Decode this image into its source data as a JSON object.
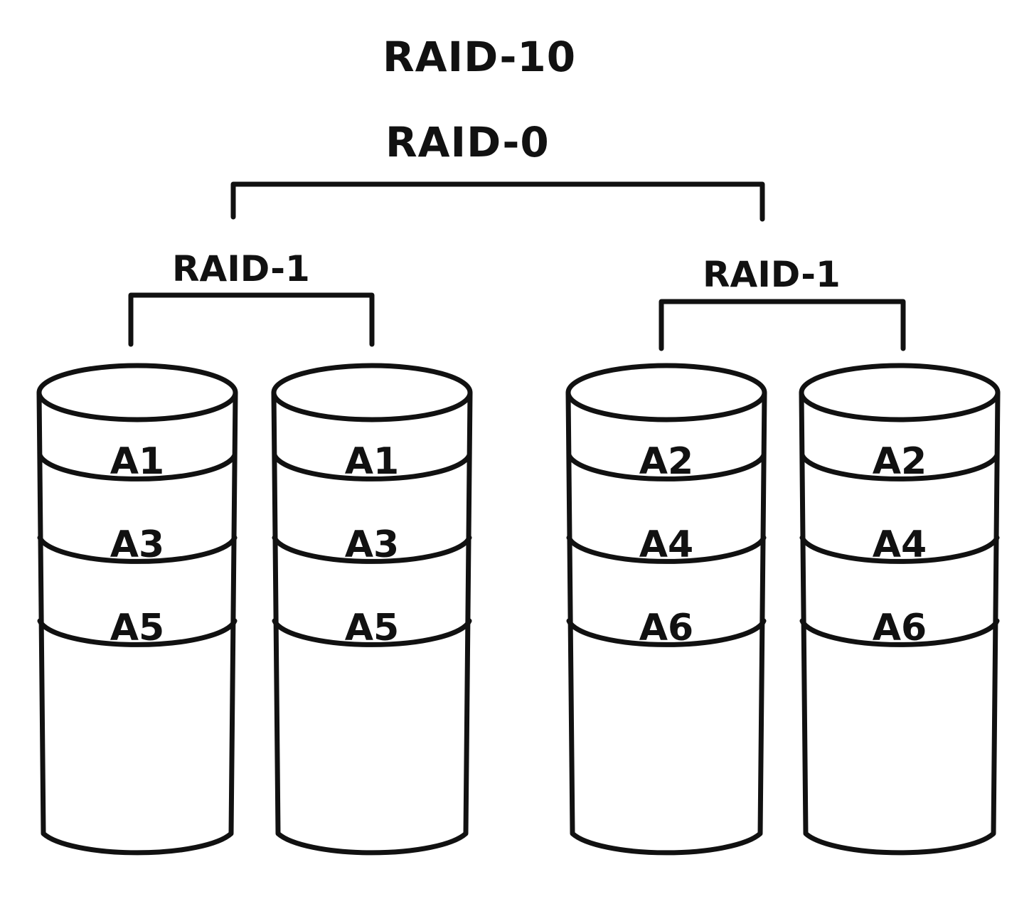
{
  "title": "RAID-10",
  "stripe_label": "RAID-0",
  "mirror_groups": [
    {
      "label": "RAID-1",
      "disks": [
        {
          "blocks": [
            "A1",
            "A3",
            "A5"
          ]
        },
        {
          "blocks": [
            "A1",
            "A3",
            "A5"
          ]
        }
      ]
    },
    {
      "label": "RAID-1",
      "disks": [
        {
          "blocks": [
            "A2",
            "A4",
            "A6"
          ]
        },
        {
          "blocks": [
            "A2",
            "A4",
            "A6"
          ]
        }
      ]
    }
  ],
  "colors": {
    "ink": "#111111",
    "background": "#ffffff"
  }
}
